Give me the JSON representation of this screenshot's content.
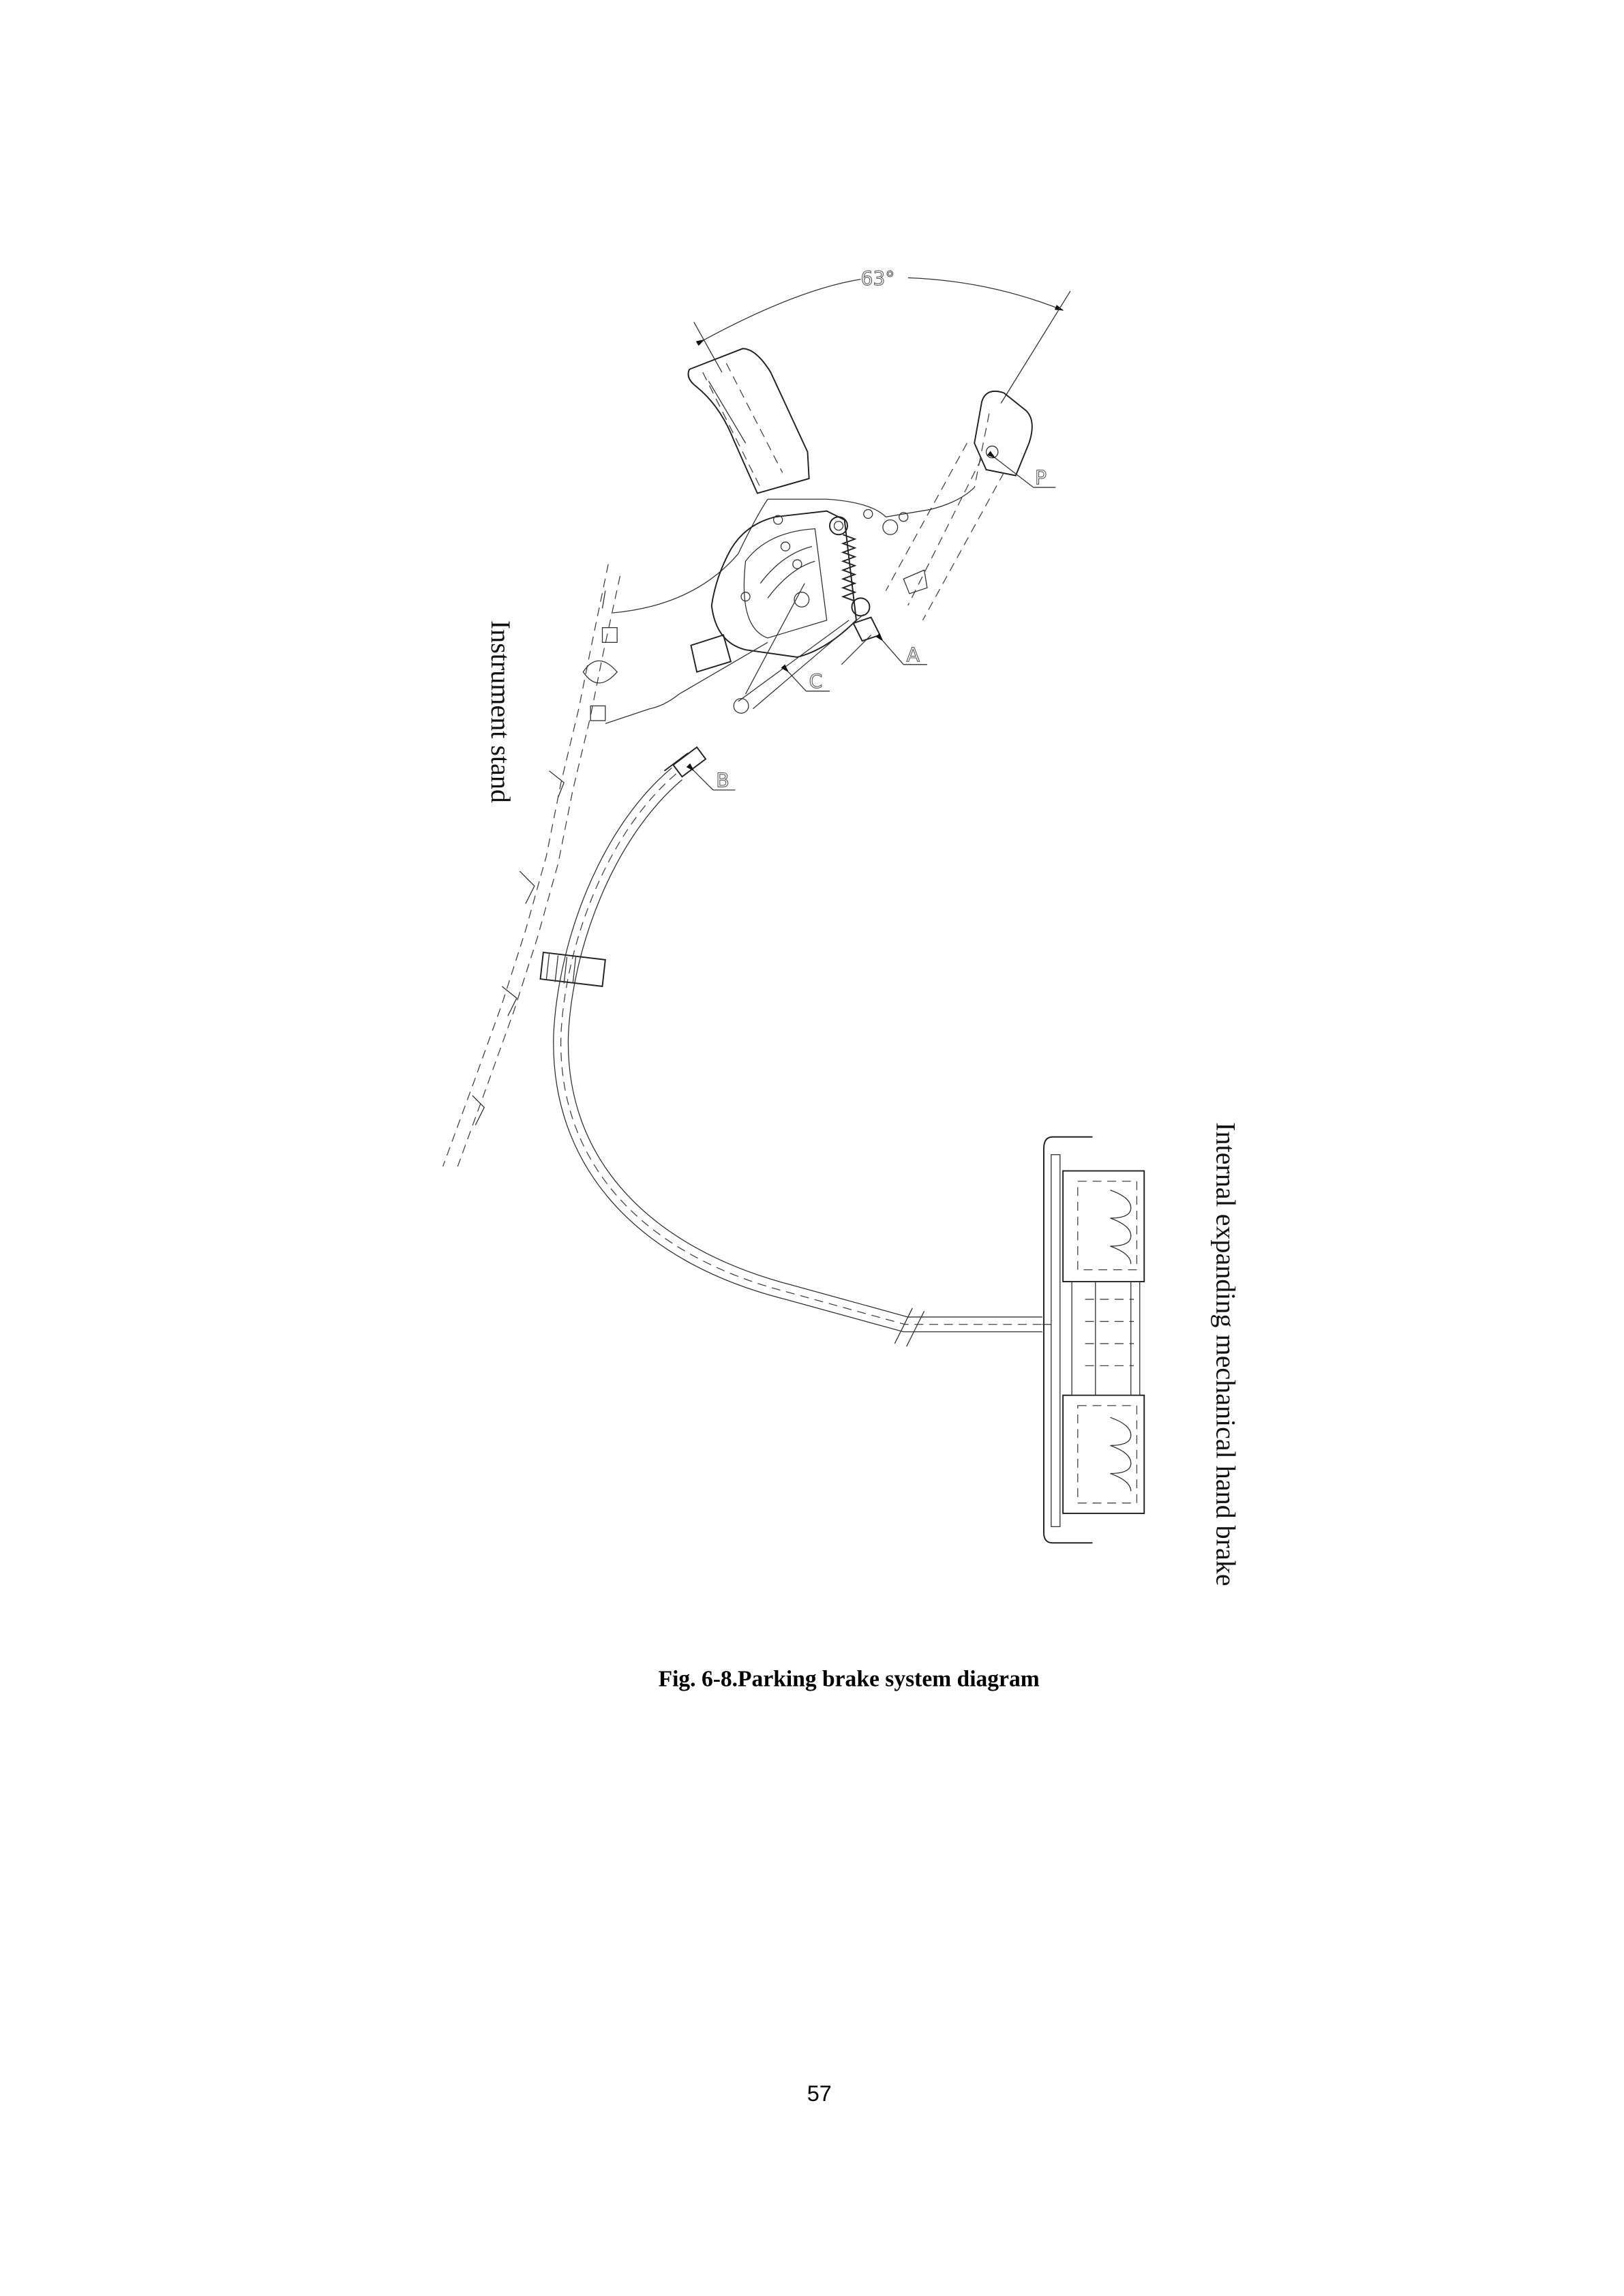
{
  "diagram": {
    "angle_label": "63°",
    "callouts": {
      "p": "P",
      "a": "A",
      "c": "C",
      "b": "B"
    },
    "instrument_stand_label": "Instrument stand",
    "brake_label": "Internal expanding mechanical hand brake"
  },
  "caption": "Fig. 6-8.Parking brake system diagram",
  "page_number": "57"
}
